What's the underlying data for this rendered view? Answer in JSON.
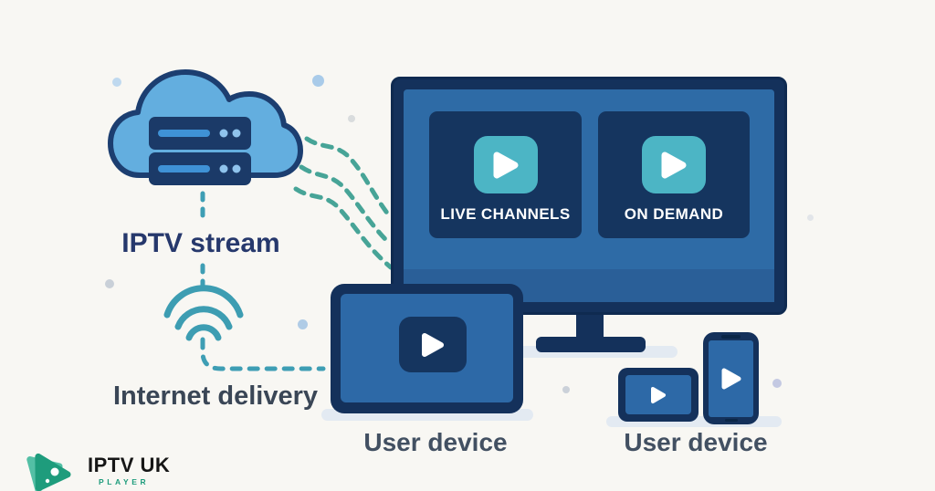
{
  "canvas": {
    "background": "#F8F7F3"
  },
  "nodes": {
    "iptv_stream": {
      "label": "IPTV stream"
    },
    "internet_delivery": {
      "label": "Internet delivery"
    },
    "user_device_left": {
      "label": "User device"
    },
    "user_device_right": {
      "label": "User device"
    }
  },
  "tv": {
    "live_channels_label": "LIVE CHANNELS",
    "on_demand_label": "ON DEMAND"
  },
  "logo": {
    "title": "IPTV UK",
    "subtitle": "PLAYER"
  },
  "icons": {
    "cloud_server": "cloud with media server racks",
    "wifi": "wifi signal arcs",
    "play": "play button",
    "tv": "television with stand",
    "laptop": "laptop / large tablet",
    "tablet": "small tablet",
    "phone": "smartphone",
    "logo_mark": "green play-button logo mark"
  },
  "connectors": {
    "stream_waves": "three dashed wavy lines from cloud to TV",
    "delivery_path": "dashed line from cloud through wifi to laptop"
  },
  "colors": {
    "background": "#F8F7F3",
    "navy_dark": "#14315B",
    "navy_panel": "#15355F",
    "screen_blue": "#2E6BA6",
    "cloud_blue": "#63AEDF",
    "cloud_outline": "#1C3E70",
    "teal_play": "#4CB5C5",
    "teal_dash": "#3E9EB4",
    "green_wave": "#47A497",
    "label_navy": "#26386C",
    "label_slate": "#3A4656",
    "label_gray": "#425062",
    "logo_green": "#1E9C7C",
    "shadow": "#E3EAF2",
    "white": "#FFFFFF"
  }
}
